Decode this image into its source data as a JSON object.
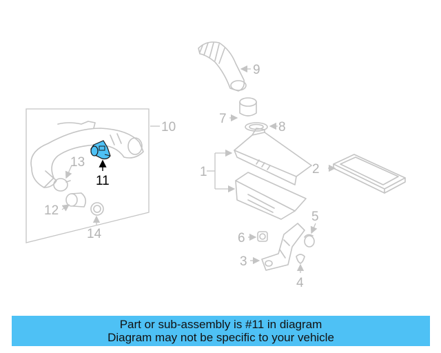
{
  "callouts": {
    "c1": "1",
    "c2": "2",
    "c3": "3",
    "c4": "4",
    "c5": "5",
    "c6": "6",
    "c7": "7",
    "c8": "8",
    "c9": "9",
    "c10": "10",
    "c11": "11",
    "c12": "12",
    "c13": "13",
    "c14": "14"
  },
  "highlight_color": "#4ec1f5",
  "banner": {
    "line1": "Part or sub-assembly is #11 in diagram",
    "line2": "Diagram may not be specific to your vehicle",
    "color": "#4ec1f5"
  }
}
